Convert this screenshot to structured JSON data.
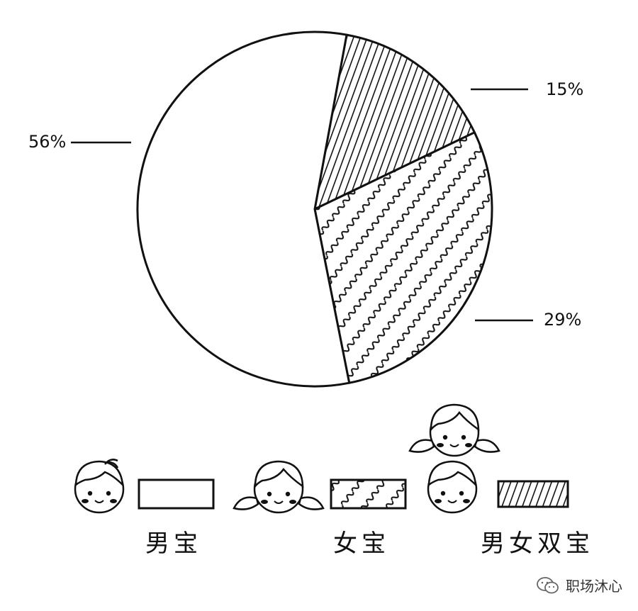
{
  "chart_data": {
    "type": "pie",
    "slices": [
      {
        "label": "男宝",
        "value": 56,
        "display": "56%",
        "pattern": "blank"
      },
      {
        "label": "女宝",
        "value": 29,
        "display": "29%",
        "pattern": "wavy"
      },
      {
        "label": "男女双宝",
        "value": 15,
        "display": "15%",
        "pattern": "hatch"
      }
    ],
    "legend_position": "bottom",
    "colors": {
      "line": "#111111",
      "background": "#ffffff"
    }
  },
  "watermark": {
    "text": "职场沐心",
    "icon": "wechat-icon"
  }
}
